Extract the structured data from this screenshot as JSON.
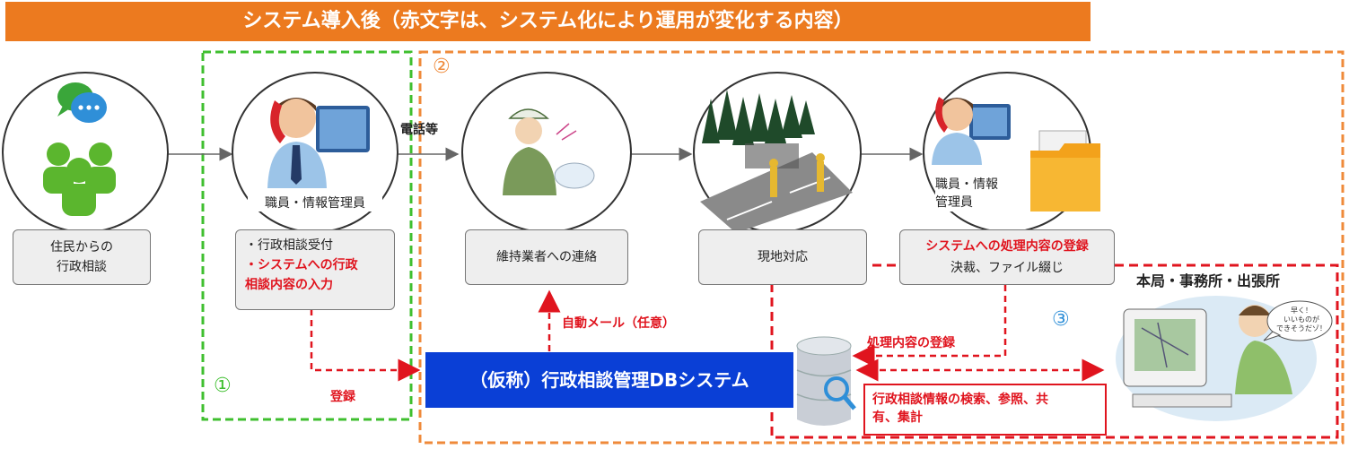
{
  "title": "システム導入後（赤文字は、システム化により運用が変化する内容）",
  "section_numbers": {
    "one": "①",
    "two": "②",
    "three": "③"
  },
  "steps": {
    "citizen": {
      "lines": [
        "住民からの",
        "行政相談"
      ]
    },
    "staff_receive": {
      "role": "職員・情報管理員",
      "line1": "・行政相談受付",
      "line2": "・システムへの行政",
      "line3": "相談内容の入力"
    },
    "contractor": {
      "label": "維持業者への連絡"
    },
    "site": {
      "label": "現地対応"
    },
    "staff_register": {
      "role_lines": [
        "職員・情報",
        "管理員"
      ],
      "line1": "システムへの処理内容の登録",
      "line2": "決裁、ファイル綴じ"
    }
  },
  "phone_label": "電話等",
  "auto_mail_label": "自動メール（任意）",
  "register_label": "登録",
  "process_register_label": "処理内容の登録",
  "db_system_label": "（仮称）行政相談管理DBシステム",
  "offices_label": "本局・事務所・出張所",
  "search_lines": [
    "行政相談情報の検索、参照、共",
    "有、集計"
  ],
  "speech_bubble": [
    "早く！",
    "いいものが",
    "できそうだゾ！"
  ],
  "colors": {
    "banner": "#ec7a1f",
    "green_dash": "#3fbf2f",
    "orange_dash": "#ef8a3a",
    "red": "#e0141e",
    "db_blue": "#0a3fd6"
  }
}
